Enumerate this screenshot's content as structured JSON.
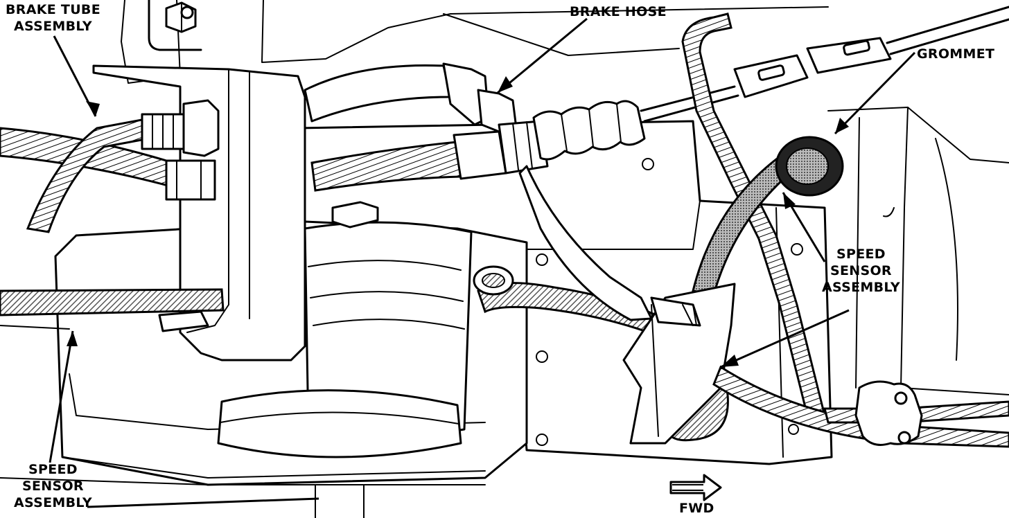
{
  "labels": {
    "brake_tube": [
      "BRAKE TUBE",
      "ASSEMBLY"
    ],
    "brake_hose": "BRAKE HOSE",
    "grommet": "GROMMET",
    "speed_sensor_right": [
      "SPEED",
      "SENSOR",
      "ASSEMBLY"
    ],
    "speed_sensor_left": [
      "SPEED",
      "SENSOR",
      "ASSEMBLY"
    ],
    "direction": "FWD"
  },
  "colors": {
    "ink": "#000000",
    "paper": "#ffffff",
    "hatch": "#888888"
  }
}
